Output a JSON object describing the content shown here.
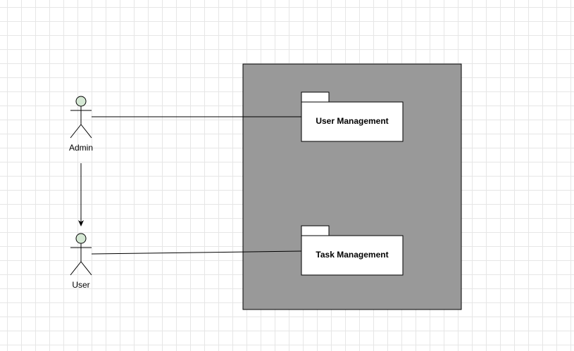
{
  "colors": {
    "system_fill": "#999999",
    "actor_head_fill": "#d5e8d4",
    "actor_head_stroke": "#82b366",
    "package_fill": "#ffffff",
    "stroke": "#000000",
    "grid_line": "#e6e6e6"
  },
  "actors": [
    {
      "id": "admin",
      "label": "Admin"
    },
    {
      "id": "user",
      "label": "User"
    }
  ],
  "packages": [
    {
      "id": "user-management",
      "label": "User Management"
    },
    {
      "id": "task-management",
      "label": "Task Management"
    }
  ],
  "connections": [
    {
      "from": "admin",
      "to": "user-management",
      "type": "association"
    },
    {
      "from": "user",
      "to": "task-management",
      "type": "association"
    },
    {
      "from": "admin",
      "to": "user",
      "type": "directed"
    }
  ]
}
